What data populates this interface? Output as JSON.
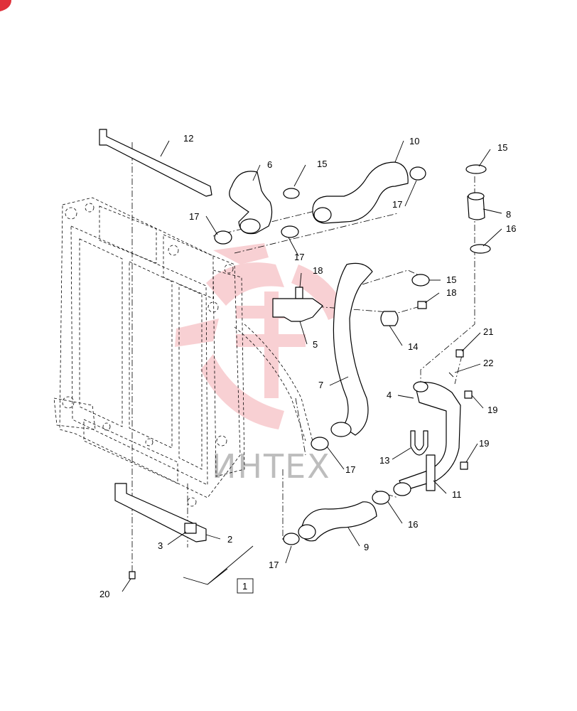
{
  "watermark": {
    "text": "ИНТЕХ",
    "accent": "#e0303a",
    "text_color": "#bdbdbd"
  },
  "callouts": [
    {
      "id": "c-12",
      "label": "12"
    },
    {
      "id": "c-10",
      "label": "10"
    },
    {
      "id": "c-15a",
      "label": "15"
    },
    {
      "id": "c-6",
      "label": "6"
    },
    {
      "id": "c-15b",
      "label": "15"
    },
    {
      "id": "c-17a",
      "label": "17"
    },
    {
      "id": "c-17b",
      "label": "17"
    },
    {
      "id": "c-8",
      "label": "8"
    },
    {
      "id": "c-16a",
      "label": "16"
    },
    {
      "id": "c-17c",
      "label": "17"
    },
    {
      "id": "c-18a",
      "label": "18"
    },
    {
      "id": "c-15c",
      "label": "15"
    },
    {
      "id": "c-18b",
      "label": "18"
    },
    {
      "id": "c-5",
      "label": "5"
    },
    {
      "id": "c-14",
      "label": "14"
    },
    {
      "id": "c-21",
      "label": "21"
    },
    {
      "id": "c-22",
      "label": "22"
    },
    {
      "id": "c-7",
      "label": "7"
    },
    {
      "id": "c-4",
      "label": "4"
    },
    {
      "id": "c-19a",
      "label": "19"
    },
    {
      "id": "c-19b",
      "label": "19"
    },
    {
      "id": "c-13",
      "label": "13"
    },
    {
      "id": "c-17d",
      "label": "17"
    },
    {
      "id": "c-11",
      "label": "11"
    },
    {
      "id": "c-16b",
      "label": "16"
    },
    {
      "id": "c-2",
      "label": "2"
    },
    {
      "id": "c-3",
      "label": "3"
    },
    {
      "id": "c-9",
      "label": "9"
    },
    {
      "id": "c-17e",
      "label": "17"
    },
    {
      "id": "c-20",
      "label": "20"
    },
    {
      "id": "c-1",
      "label": "1"
    }
  ]
}
